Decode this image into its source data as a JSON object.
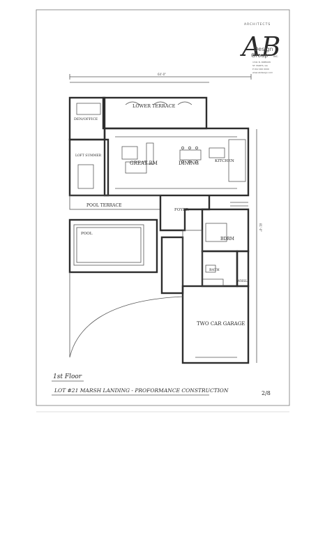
{
  "firm": {
    "header": "ARCHITECTS",
    "logo_letters": "AB",
    "name_line1": "Design",
    "name_line2": "Group",
    "suffix": "INC.",
    "address_lines": [
      "1341 N. ROBSON",
      "ST. MARYS, GA",
      "P 912 000 0000",
      "www.abdesign.com"
    ]
  },
  "drawing": {
    "floor_label": "1st Floor",
    "project_title": "LOT #21 MARSH LANDING - PROFORMANCE CONSTRUCTION",
    "sheet_number": "2/8",
    "overall_dim": "64'-0\"",
    "side_dim": "81'-0\""
  },
  "rooms": {
    "lower_terrace": "LOWER TERRACE",
    "den_office": "DEN/OFFICE",
    "great_rm": "GREAT RM",
    "dining": "DINING",
    "kitchen": "KITCHEN",
    "loft_summer": "LOFT SUMMER",
    "pool_terrace": "POOL TERRACE",
    "pool": "POOL",
    "foyer": "FOYER",
    "bdrm": "BDRM",
    "bath": "BATH",
    "whsl": "WHSL",
    "garage": "TWO CAR GARAGE"
  }
}
